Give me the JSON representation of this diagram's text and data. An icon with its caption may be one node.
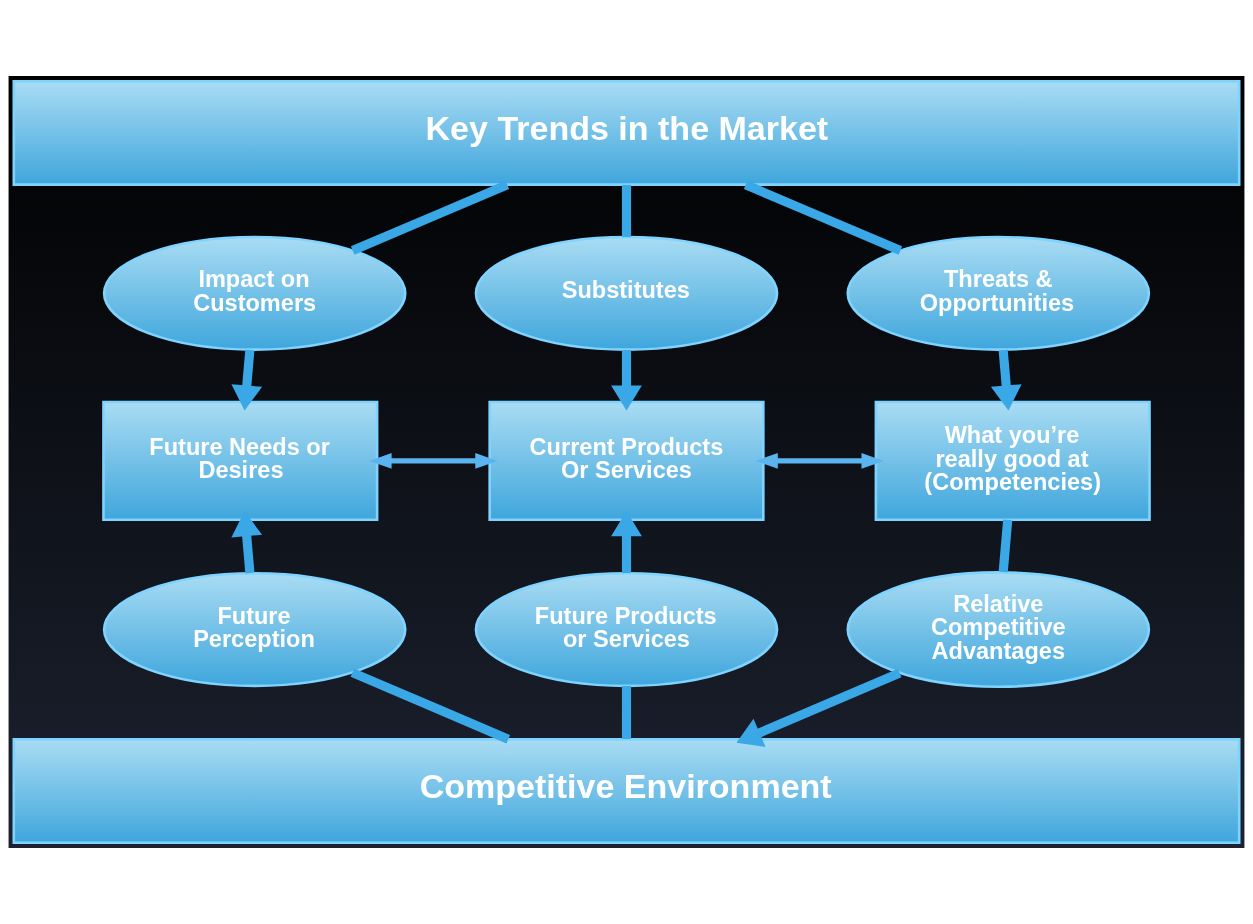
{
  "diagram": {
    "nodes": [
      {
        "text": [
          "Key Trends in the Market"
        ]
      },
      {
        "text": [
          "Impact on Customers"
        ]
      },
      {
        "text": [
          "Substitutes"
        ]
      },
      {
        "text": [
          "Threats & Opportunities"
        ]
      },
      {
        "text": [
          "Future Needs or Desires"
        ]
      },
      {
        "text": [
          "Current Products Or Services"
        ]
      },
      {
        "text": [
          "What you’re really good at (Competencies)"
        ]
      },
      {
        "text": [
          "Future Perception"
        ]
      },
      {
        "text": [
          "Future Products or Services"
        ]
      },
      {
        "text": [
          "Relative Competitive Advantages"
        ]
      },
      {
        "text": [
          "Competitive Environment"
        ]
      }
    ],
    "edges": [
      {
        "from": 0,
        "to": 1,
        "arrow": "none"
      },
      {
        "from": 0,
        "to": 2,
        "arrow": "none"
      },
      {
        "from": 0,
        "to": 3,
        "arrow": "none"
      },
      {
        "from": 1,
        "to": 4,
        "arrow": "to"
      },
      {
        "from": 2,
        "to": 5,
        "arrow": "to"
      },
      {
        "from": 3,
        "to": 6,
        "arrow": "to"
      },
      {
        "from": 4,
        "to": 5,
        "arrow": "both"
      },
      {
        "from": 5,
        "to": 6,
        "arrow": "both"
      },
      {
        "from": 7,
        "to": 4,
        "arrow": "to"
      },
      {
        "from": 8,
        "to": 5,
        "arrow": "to"
      },
      {
        "from": 6,
        "to": 9,
        "arrow": "none"
      },
      {
        "from": 7,
        "to": 10,
        "arrow": "none"
      },
      {
        "from": 8,
        "to": 10,
        "arrow": "none"
      },
      {
        "from": 9,
        "to": 10,
        "arrow": "to"
      }
    ]
  }
}
